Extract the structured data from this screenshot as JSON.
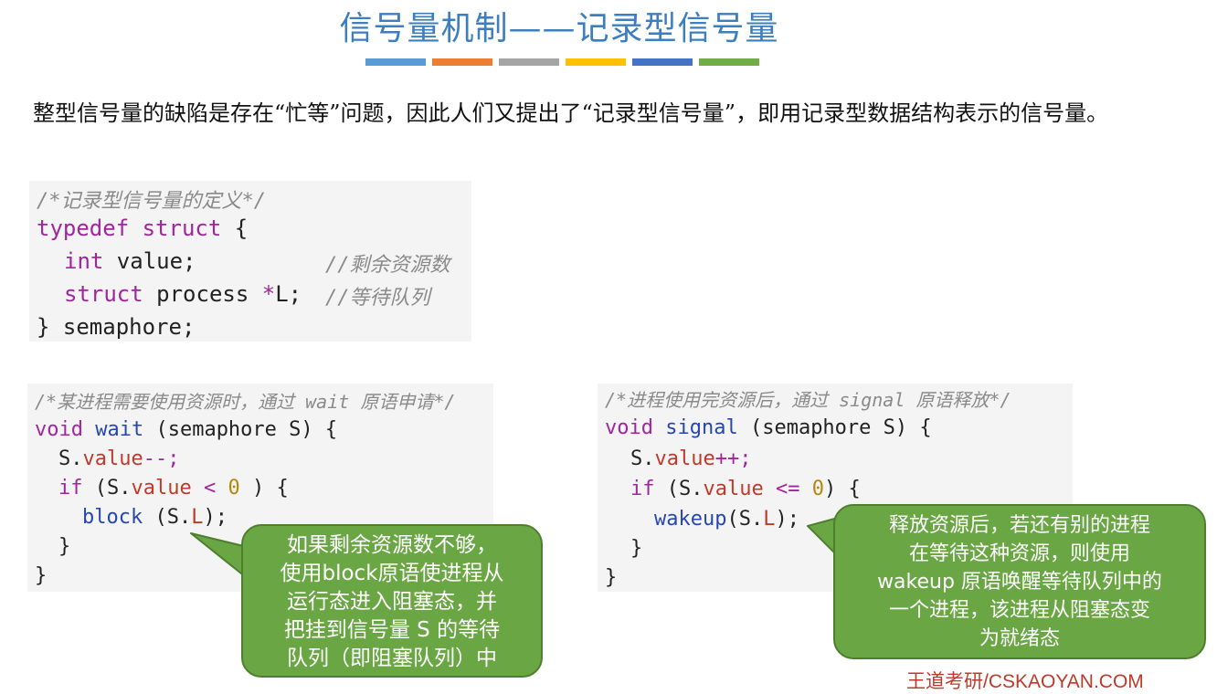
{
  "title": "信号量机制——记录型信号量",
  "colors": {
    "title": "#3d7ebf",
    "bars": [
      "#5b9bd5",
      "#ed7d31",
      "#a5a5a5",
      "#ffc000",
      "#4472c4",
      "#70ad47"
    ],
    "bubble_fill": "#6aa744",
    "footer": "#c0392b"
  },
  "intro": "整型信号量的缺陷是存在“忙等”问题，因此人们又提出了“记录型信号量”，即用记录型数据结构表示的信号量。",
  "code_struct": {
    "comment": "/*记录型信号量的定义*/",
    "line1_kw": "typedef struct",
    "line1_rest": " {",
    "line2_kw": "int",
    "line2_rest": " value;",
    "line2_comment": "//剩余资源数",
    "line3_kw": "struct",
    "line3_rest": " process ",
    "line3_star": "*",
    "line3_end": "L;",
    "line3_comment": "//等待队列",
    "line4": "} semaphore;"
  },
  "code_wait": {
    "comment": "/*某进程需要使用资源时，通过 wait 原语申请*/",
    "l1_kw": "void",
    "l1_fn": "wait",
    "l1_rest": " (semaphore S) {",
    "l2_a": "S.",
    "l2_prop": "value",
    "l2_b": "--;",
    "l3_kw": "if",
    "l3_a": " (S.",
    "l3_prop": "value",
    "l3_op": " < ",
    "l3_num": "0",
    "l3_b": " ) {",
    "l4_fn": "block",
    "l4_a": " (S.",
    "l4_prop": "L",
    "l4_b": ");",
    "l5": "}",
    "l6": "}"
  },
  "code_signal": {
    "comment": "/*进程使用完资源后，通过 signal 原语释放*/",
    "l1_kw": "void",
    "l1_fn": "signal",
    "l1_rest": " (semaphore S) {",
    "l2_a": "S.",
    "l2_prop": "value",
    "l2_b": "++;",
    "l3_kw": "if",
    "l3_a": " (S.",
    "l3_prop": "value",
    "l3_op": " <= ",
    "l3_num": "0",
    "l3_b": ") {",
    "l4_fn": "wakeup",
    "l4_a": "(S.",
    "l4_prop": "L",
    "l4_b": ");",
    "l5": "}",
    "l6": "}"
  },
  "bubble_left": {
    "lines": [
      "如果剩余资源数不够，",
      "使用block原语使进程从",
      "运行态进入阻塞态，并",
      "把挂到信号量 S 的等待",
      "队列（即阻塞队列）中"
    ]
  },
  "bubble_right": {
    "lines": [
      "释放资源后，若还有别的进程",
      "在等待这种资源，则使用",
      "wakeup 原语唤醒等待队列中的",
      "一个进程，该进程从阻塞态变",
      "为就绪态"
    ]
  },
  "footer": "王道考研/CSKAOYAN.COM"
}
